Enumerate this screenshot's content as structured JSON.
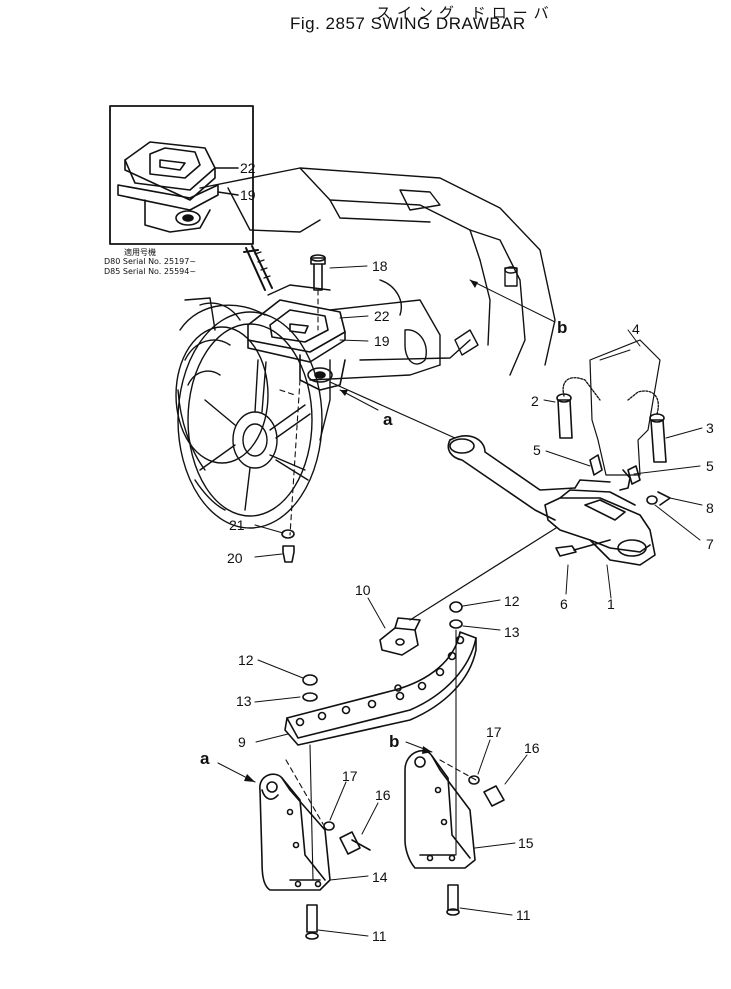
{
  "title": {
    "japanese": "スイング ドローバ",
    "english": "Fig. 2857 SWING DRAWBAR"
  },
  "inset": {
    "applicability_jp": "適用号機",
    "serial_1": "D80 Serial No. 25197~",
    "serial_2": "D85 Serial No. 25594~"
  },
  "callouts": {
    "c1": "1",
    "c2": "2",
    "c3": "3",
    "c4": "4",
    "c5a": "5",
    "c5b": "5",
    "c6": "6",
    "c7": "7",
    "c8": "8",
    "c9": "9",
    "c10": "10",
    "c11a": "11",
    "c11b": "11",
    "c12a": "12",
    "c12b": "12",
    "c13a": "13",
    "c13b": "13",
    "c14": "14",
    "c15": "15",
    "c16a": "16",
    "c16b": "16",
    "c17a": "17",
    "c17b": "17",
    "c18": "18",
    "c19a": "19",
    "c19b": "19",
    "c20": "20",
    "c21": "21",
    "c22a": "22",
    "c22b": "22",
    "ref_a1": "a",
    "ref_a2": "a",
    "ref_b1": "b",
    "ref_b2": "b"
  }
}
